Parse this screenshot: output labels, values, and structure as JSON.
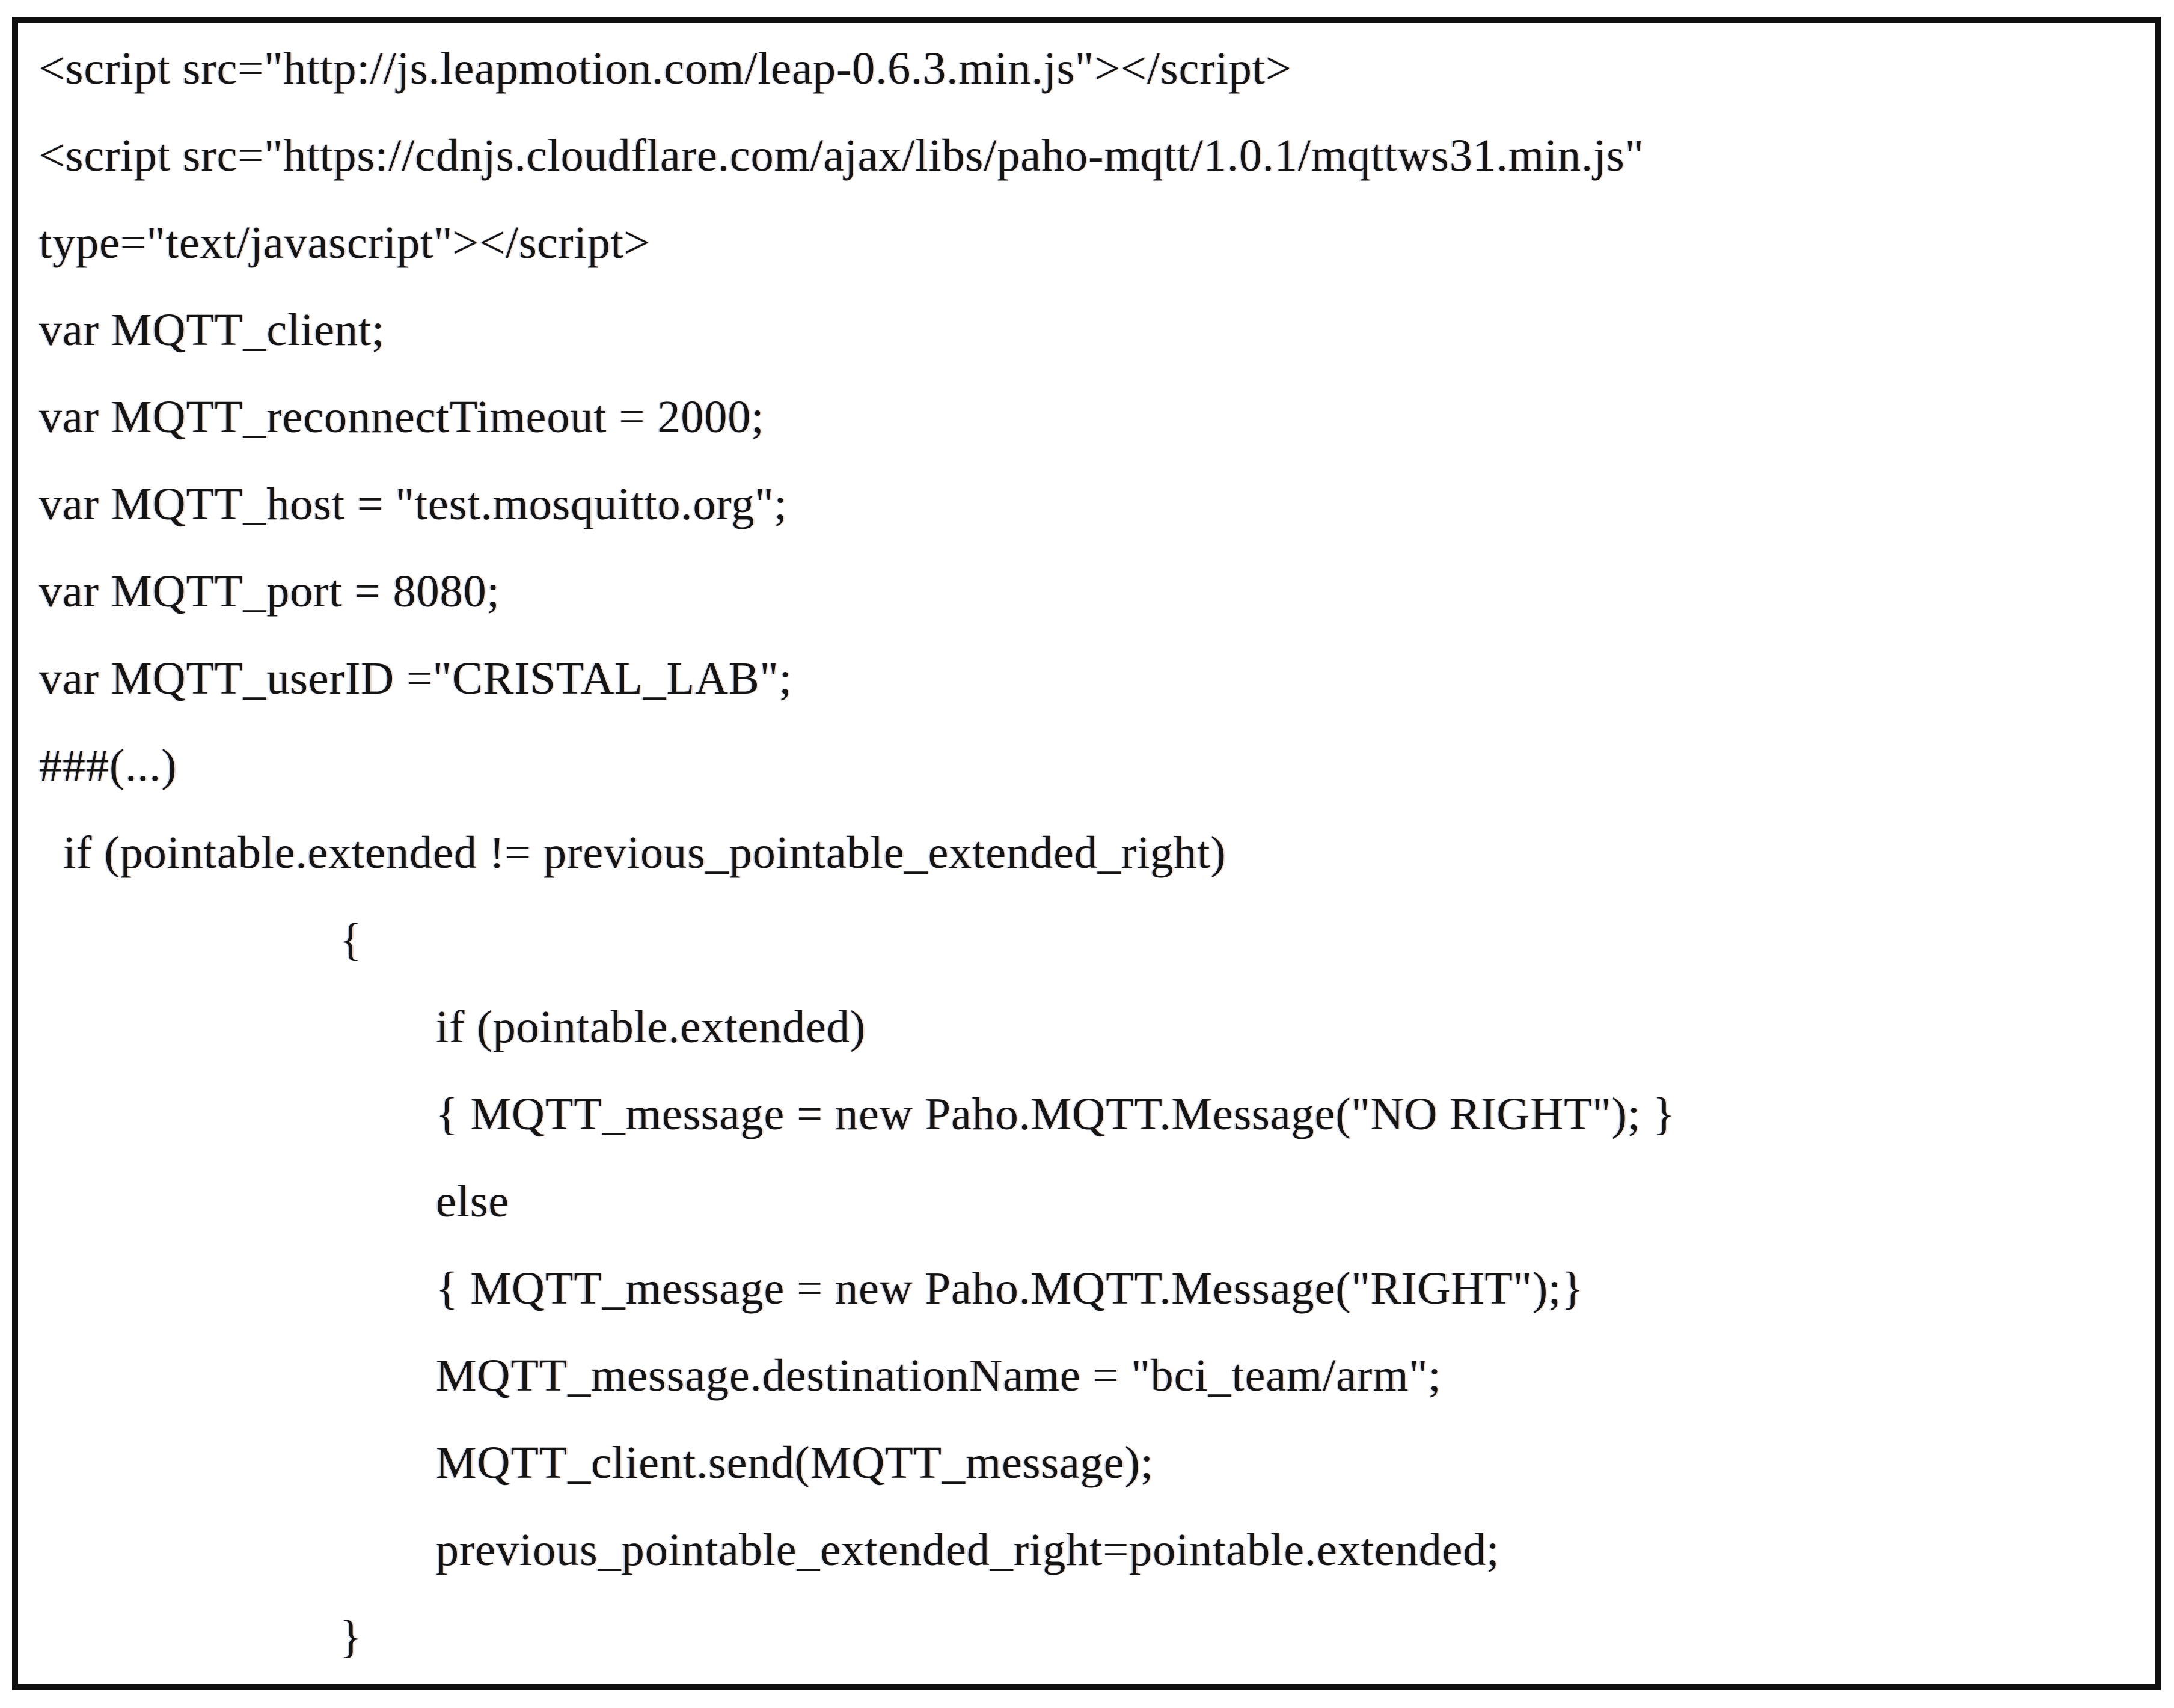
{
  "figure": {
    "kind": "code-listing",
    "language": "html-javascript",
    "colors": {
      "background": "#ffffff",
      "border": "#101010",
      "text": "#141414"
    },
    "lines": [
      "<script src=\"http://js.leapmotion.com/leap-0.6.3.min.js\"></script>",
      "<script src=\"https://cdnjs.cloudflare.com/ajax/libs/paho-mqtt/1.0.1/mqttws31.min.js\"",
      "type=\"text/javascript\"></script>",
      "var MQTT_client;",
      "var MQTT_reconnectTimeout = 2000;",
      "var MQTT_host = \"test.mosquitto.org\";",
      "var MQTT_port = 8080;",
      "var MQTT_userID =\"CRISTAL_LAB\";",
      "###(...)",
      "  if (pointable.extended != previous_pointable_extended_right)",
      "                         {",
      "                                 if (pointable.extended)",
      "                                 { MQTT_message = new Paho.MQTT.Message(\"NO RIGHT\"); }",
      "                                 else",
      "                                 { MQTT_message = new Paho.MQTT.Message(\"RIGHT\");}",
      "                                 MQTT_message.destinationName = \"bci_team/arm\";",
      "                                 MQTT_client.send(MQTT_message);",
      "                                 previous_pointable_extended_right=pointable.extended;",
      "                         }"
    ]
  }
}
